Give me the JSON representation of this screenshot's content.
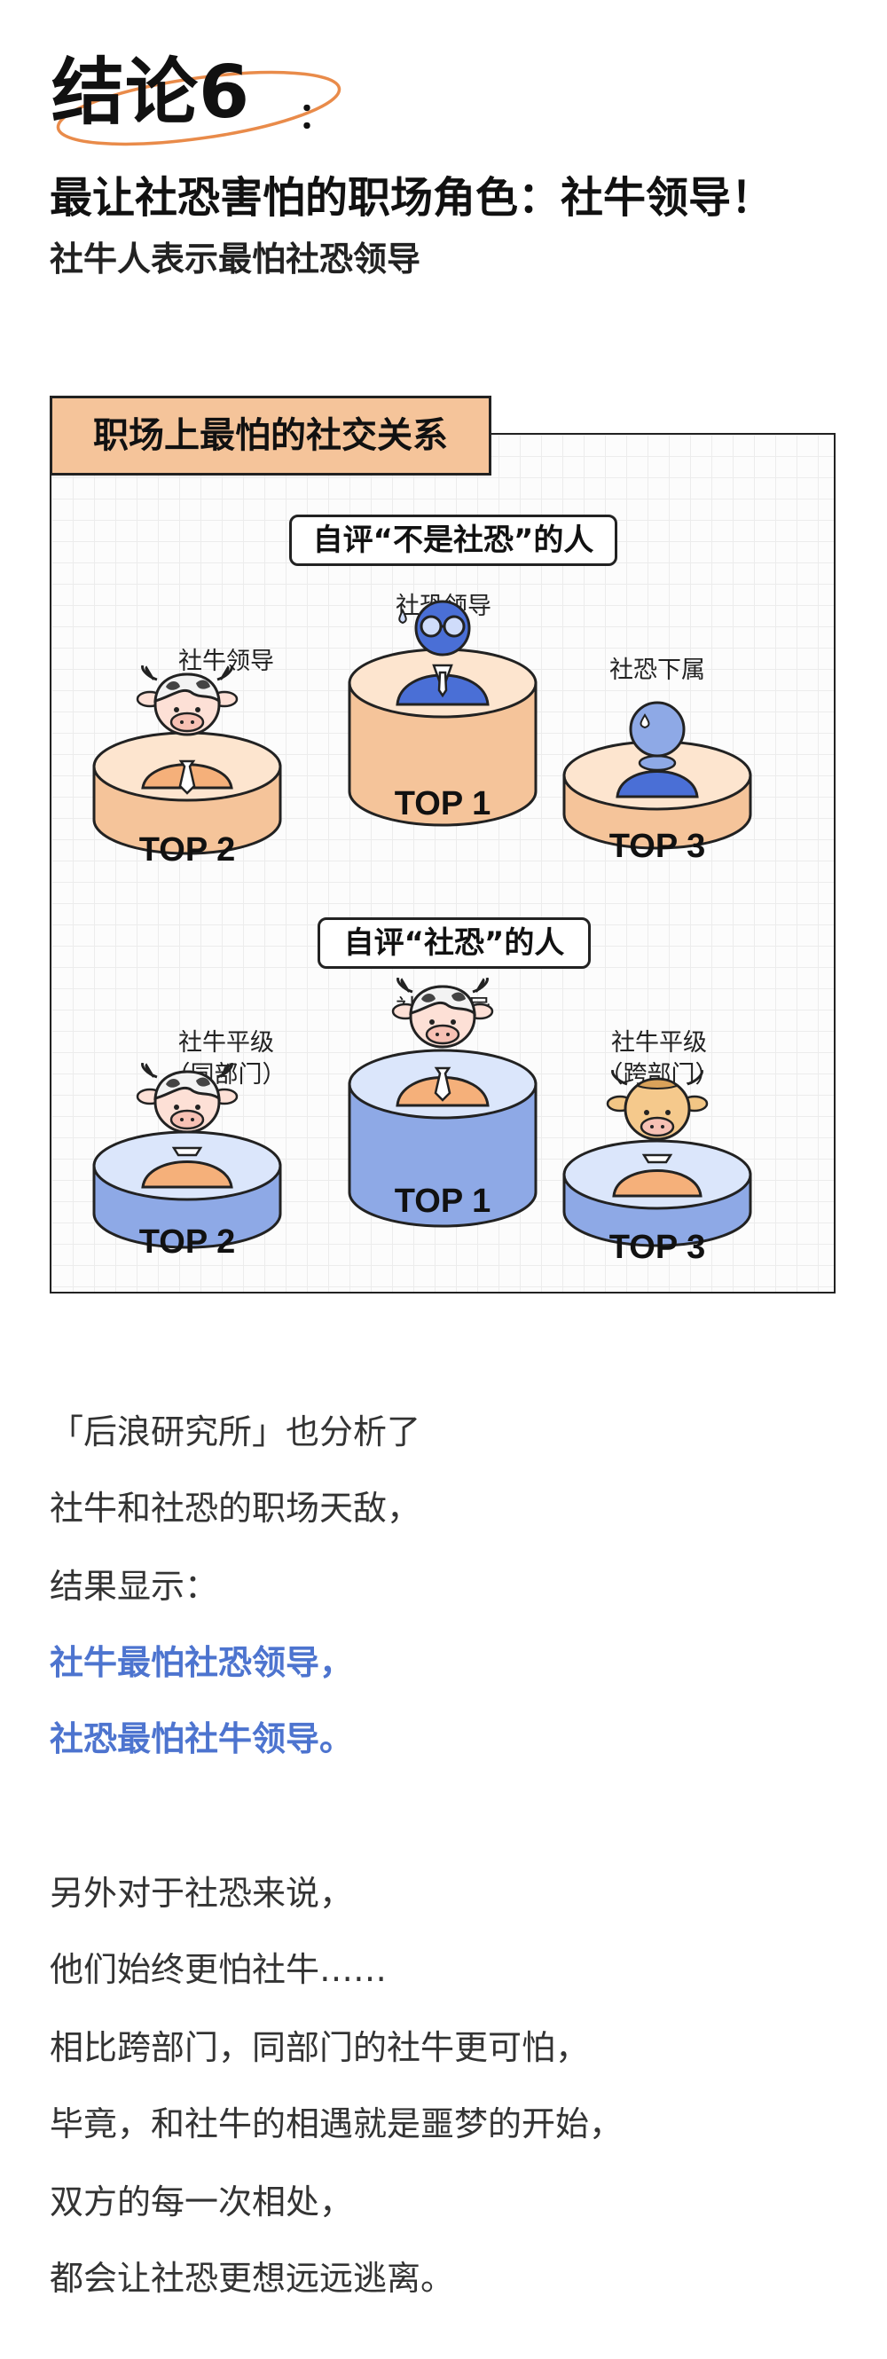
{
  "heading": {
    "title": "结论6",
    "colon": "："
  },
  "subtitle": "最让社恐害怕的职场角色：社牛领导！",
  "subtitle2": "社牛人表示最怕社恐领导",
  "panel": {
    "title": "职场上最怕的社交关系",
    "sections": [
      {
        "label": "自评“不是社恐”的人",
        "podiums": [
          {
            "rank": "TOP 2",
            "role": "社牛领导",
            "character": "cow-manager"
          },
          {
            "rank": "TOP 1",
            "role": "社恐领导",
            "character": "glasses-manager"
          },
          {
            "rank": "TOP 3",
            "role": "社恐下属",
            "character": "nervous-subordinate"
          }
        ]
      },
      {
        "label": "自评“社恐”的人",
        "podiums": [
          {
            "rank": "TOP 2",
            "role": "社牛平级",
            "role_note": "（同部门）",
            "character": "cow-peer"
          },
          {
            "rank": "TOP 1",
            "role": "社牛领导",
            "character": "cow-manager"
          },
          {
            "rank": "TOP 3",
            "role": "社牛平级",
            "role_note": "（跨部门）",
            "character": "tan-cow-peer"
          }
        ]
      }
    ]
  },
  "paragraphs": [
    {
      "text": "「后浪研究所」也分析了",
      "style": "normal"
    },
    {
      "text": "社牛和社恐的职场天敌，",
      "style": "normal"
    },
    {
      "text": "结果显示：",
      "style": "normal"
    },
    {
      "text": "社牛最怕社恐领导，",
      "style": "highlight"
    },
    {
      "text": "社恐最怕社牛领导。",
      "style": "highlight"
    },
    {
      "text": "另外对于社恐来说，",
      "style": "normal"
    },
    {
      "text": "他们始终更怕社牛……",
      "style": "normal"
    },
    {
      "text": "相比跨部门，同部门的社牛更可怕，",
      "style": "normal"
    },
    {
      "text": "毕竟，和社牛的相遇就是噩梦的开始，",
      "style": "normal"
    },
    {
      "text": "双方的每一次相处，",
      "style": "normal"
    },
    {
      "text": "都会让社恐更想远远逃离。",
      "style": "normal"
    }
  ],
  "colors": {
    "orange_podium": "#f5c49a",
    "orange_podium_top": "#fde5cf",
    "blue_podium": "#8ea9e6",
    "blue_podium_top": "#dbe6fb",
    "accent_blue": "#4d74cf",
    "character_blue": "#4a6fd6",
    "outline": "#222222"
  }
}
